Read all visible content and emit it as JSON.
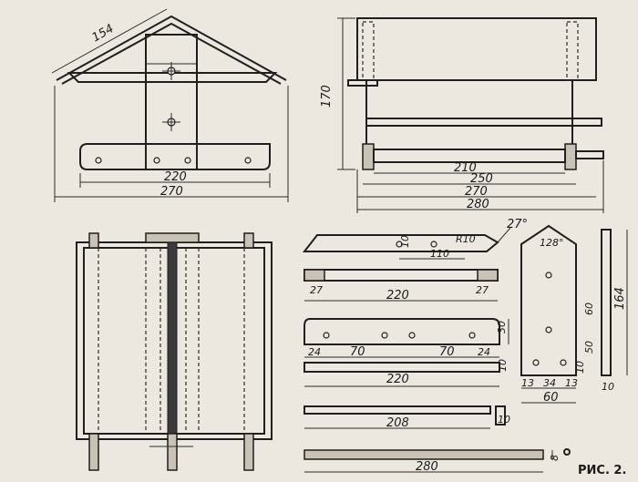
{
  "front_view": {
    "roof_length": "154",
    "width_inner": "220",
    "width_total": "270"
  },
  "side_view": {
    "height": "170",
    "dim_210": "210",
    "dim_250": "250",
    "dim_270": "270",
    "dim_280": "280"
  },
  "roof_plank": {
    "angle": "27°",
    "radius": "R10",
    "hole_offset": "10",
    "length_110": "110"
  },
  "side_board": {
    "left": "27",
    "length": "220",
    "right": "27"
  },
  "crossbar": {
    "height": "30",
    "a": "24",
    "b": "70",
    "c": "70",
    "d": "24",
    "thick": "10",
    "length": "220"
  },
  "rail": {
    "length": "208",
    "thick": "10"
  },
  "long_rail": {
    "length": "280",
    "thick": "8"
  },
  "post": {
    "angle": "128°",
    "d60": "60",
    "d50": "50",
    "d10": "10",
    "w13a": "13",
    "w34": "34",
    "w13b": "13",
    "width": "60",
    "height": "164",
    "thick": "10"
  },
  "caption": "РИС. 2."
}
